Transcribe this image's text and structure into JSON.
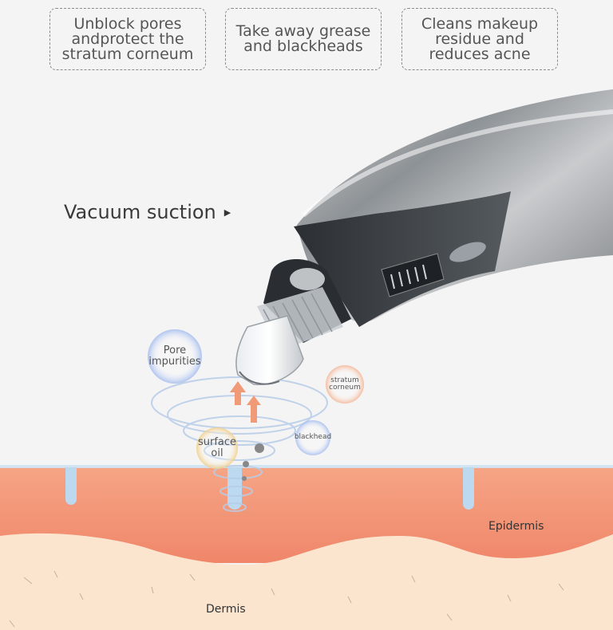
{
  "features": [
    {
      "line1": "Unblock pores",
      "line2": "andprotect the",
      "line3": "stratum corneum"
    },
    {
      "line1": "Take away grease",
      "line2": "and blackheads"
    },
    {
      "line1": "Cleans makeup",
      "line2": "residue and",
      "line3": "reduces acne"
    }
  ],
  "heading": "Vacuum suction",
  "bubbles": {
    "pore": {
      "line1": "Pore",
      "line2": "impurities"
    },
    "stratum": {
      "line1": "stratum",
      "line2": "corneum"
    },
    "surface": {
      "line1": "surface",
      "line2": "oil"
    },
    "blackhead": {
      "line1": "blackhead"
    }
  },
  "layers": {
    "epidermis": "Epidermis",
    "dermis": "Dermis"
  },
  "colors": {
    "epidermis": "#f39b7f",
    "dermis": "#fce5cf",
    "background": "#f4f4f4",
    "pore_fluid": "#bcd9f0"
  }
}
